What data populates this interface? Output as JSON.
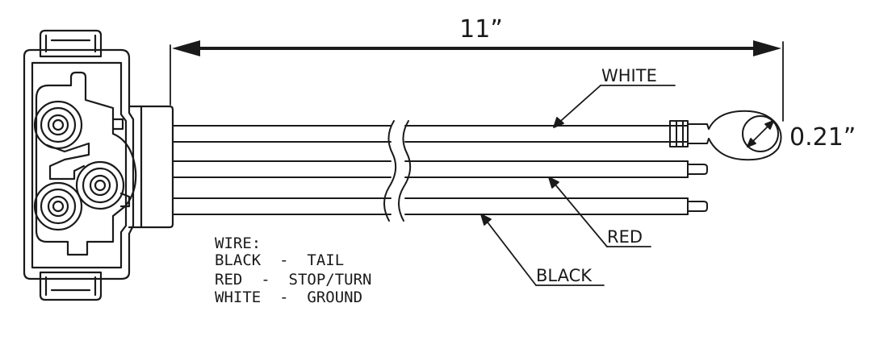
{
  "dimensions": {
    "length_label": "11”",
    "ring_diameter_label": "0.21”"
  },
  "wire_labels": {
    "white": "WHITE",
    "red": "RED",
    "black": "BLACK"
  },
  "legend": {
    "heading": "WIRE:",
    "lines": [
      "BLACK  -  TAIL",
      "RED  -  STOP/TURN",
      "WHITE  -  GROUND"
    ]
  }
}
